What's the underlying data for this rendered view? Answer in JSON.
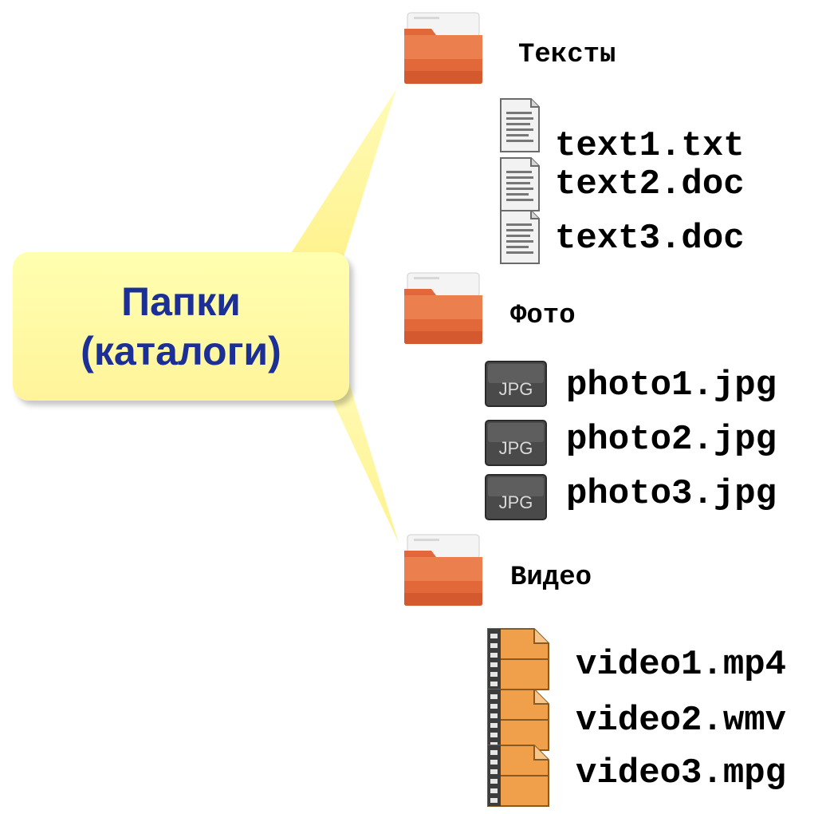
{
  "callout": {
    "line1": "Папки",
    "line2": "(каталоги)",
    "fill_color": "#fff7a0",
    "text_color": "#1c2f96"
  },
  "folders": [
    {
      "name": "Тексты",
      "icon": "folder-icon",
      "files": [
        {
          "name": "text1.txt",
          "icon": "document-icon"
        },
        {
          "name": "text2.doc",
          "icon": "document-icon"
        },
        {
          "name": "text3.doc",
          "icon": "document-icon"
        }
      ]
    },
    {
      "name": "Фото",
      "icon": "folder-icon",
      "files": [
        {
          "name": "photo1.jpg",
          "icon": "jpg-icon",
          "icon_text": "JPG"
        },
        {
          "name": "photo2.jpg",
          "icon": "jpg-icon",
          "icon_text": "JPG"
        },
        {
          "name": "photo3.jpg",
          "icon": "jpg-icon",
          "icon_text": "JPG"
        }
      ]
    },
    {
      "name": "Видео",
      "icon": "folder-icon",
      "files": [
        {
          "name": "video1.mp4",
          "icon": "video-file-icon"
        },
        {
          "name": "video2.wmv",
          "icon": "video-file-icon"
        },
        {
          "name": "video3.mpg",
          "icon": "video-file-icon"
        }
      ]
    }
  ],
  "colors": {
    "folder_orange": "#e2683a",
    "folder_light": "#f6a77a",
    "jpg_dark": "#3a3a3a",
    "video_orange": "#f0a04a"
  }
}
